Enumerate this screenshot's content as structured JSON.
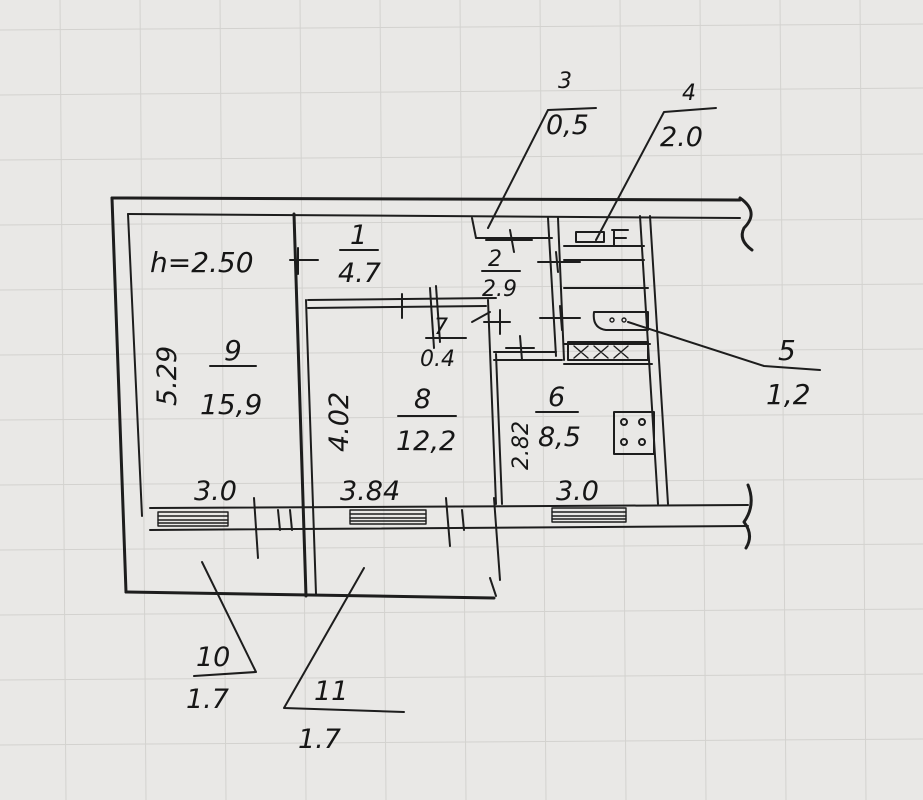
{
  "plan": {
    "height_note": "h=2.50",
    "rooms": [
      {
        "number": "1",
        "area": "4.7"
      },
      {
        "number": "2",
        "area": "2.9"
      },
      {
        "number": "3",
        "area": "0,5"
      },
      {
        "number": "4",
        "area": "2.0"
      },
      {
        "number": "5",
        "area": "1,2"
      },
      {
        "number": "6",
        "area": "8,5"
      },
      {
        "number": "7",
        "area": "0.4"
      },
      {
        "number": "8",
        "area": "12,2"
      },
      {
        "number": "9",
        "area": "15,9"
      },
      {
        "number": "10",
        "area": "1.7"
      },
      {
        "number": "11",
        "area": "1.7"
      }
    ],
    "dimensions": {
      "left_height": "5.29",
      "mid_height": "4.02",
      "right_height": "2.82",
      "width_room9": "3.0",
      "width_room8": "3.84",
      "width_room6": "3.0"
    },
    "colors": {
      "paper": "#e9e8e6",
      "ink": "#1d1d1d",
      "grid": "#d3d2cf"
    }
  }
}
